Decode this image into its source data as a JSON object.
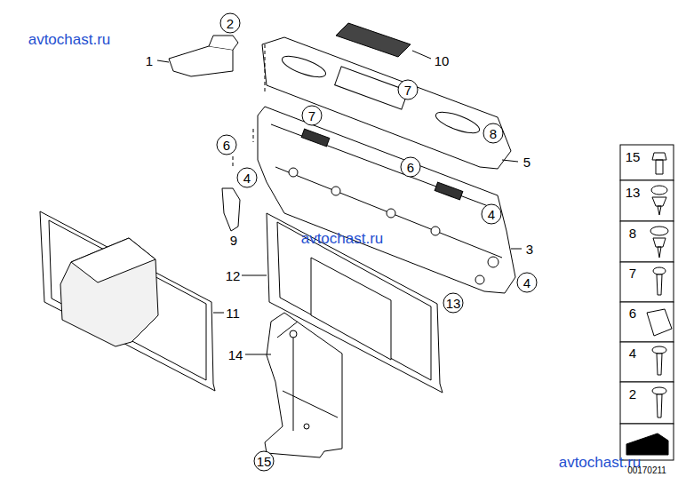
{
  "diagram": {
    "labels": [
      "avtochast.ru",
      "1",
      "2",
      "10",
      "7",
      "7",
      "8",
      "5",
      "6",
      "6",
      "4",
      "4",
      "9",
      "3",
      "4",
      "12",
      "11",
      "13",
      "14",
      "15",
      "avtochast.ru",
      "avtochast.ru",
      "15",
      "13",
      "8",
      "7",
      "6",
      "4",
      "2",
      "00170211"
    ]
  }
}
